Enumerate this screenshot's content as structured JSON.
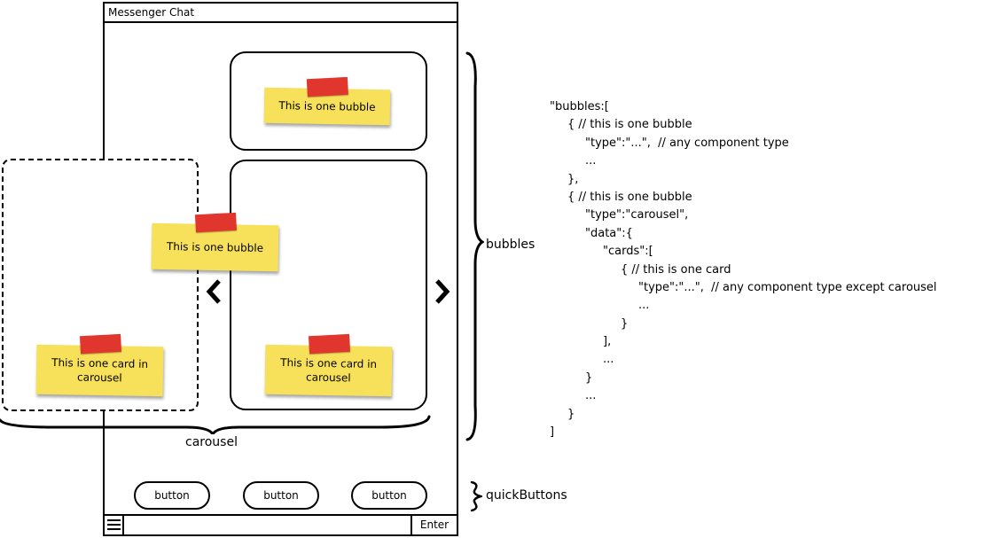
{
  "window": {
    "title": "Messenger Chat"
  },
  "notes": {
    "top_bubble": "This is one bubble",
    "floating_bubble": "This is one bubble",
    "card_left_line1": "This is one card in",
    "card_left_line2": "carousel",
    "card_right_line1": "This is one card in",
    "card_right_line2": "carousel"
  },
  "labels": {
    "carousel": "carousel",
    "bubbles": "bubbles",
    "quick_buttons": "quickButtons"
  },
  "quick_buttons": [
    {
      "label": "button"
    },
    {
      "label": "button"
    },
    {
      "label": "button"
    }
  ],
  "input_bar": {
    "enter_label": "Enter",
    "value": ""
  },
  "code_lines": [
    {
      "indent": 0,
      "text": "\"bubbles:["
    },
    {
      "indent": 1,
      "text": "{ // this is one bubble"
    },
    {
      "indent": 2,
      "text": "\"type\":\"...\",  // any component type"
    },
    {
      "indent": 2,
      "text": "..."
    },
    {
      "indent": 1,
      "text": "},"
    },
    {
      "indent": 1,
      "text": "{ // this is one bubble"
    },
    {
      "indent": 2,
      "text": "\"type\":\"carousel\","
    },
    {
      "indent": 2,
      "text": "\"data\":{"
    },
    {
      "indent": 3,
      "text": "\"cards\":["
    },
    {
      "indent": 4,
      "text": "{ // this is one card"
    },
    {
      "indent": 5,
      "text": "\"type\":\"...\",  // any component type except carousel"
    },
    {
      "indent": 5,
      "text": "..."
    },
    {
      "indent": 4,
      "text": "}"
    },
    {
      "indent": 3,
      "text": "],"
    },
    {
      "indent": 3,
      "text": "..."
    },
    {
      "indent": 2,
      "text": "}"
    },
    {
      "indent": 2,
      "text": "..."
    },
    {
      "indent": 1,
      "text": "}"
    },
    {
      "indent": 0,
      "text": "]"
    }
  ],
  "colors": {
    "note_yellow": "#f7e05a",
    "tape_red": "#e0362e",
    "stroke": "#000000"
  }
}
